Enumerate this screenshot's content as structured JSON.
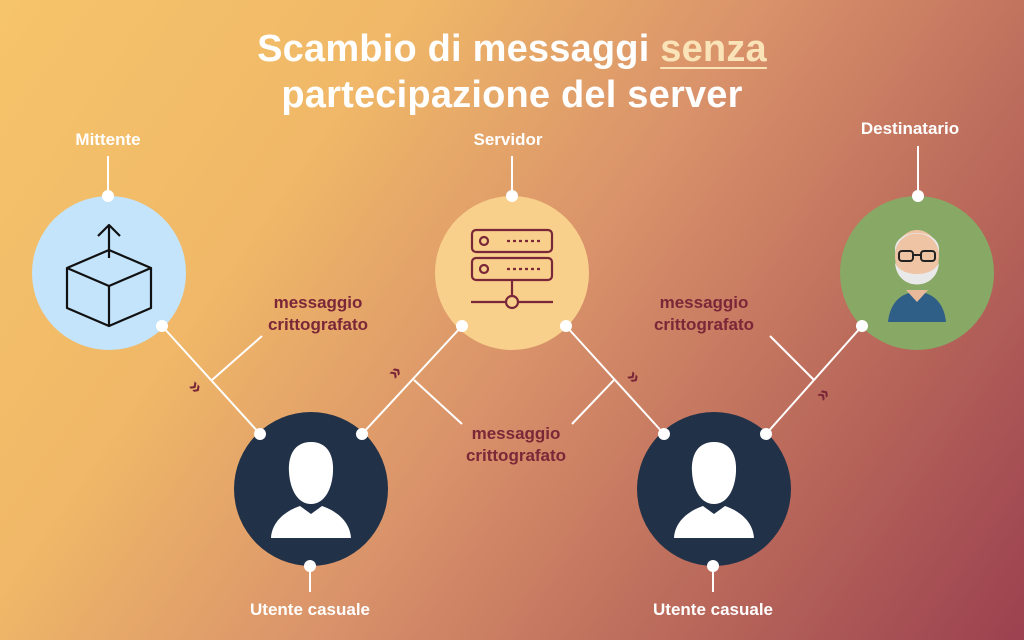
{
  "title": {
    "line1_prefix": "Scambio di messaggi",
    "line1_highlight": "senza",
    "line2": "partecipazione del server"
  },
  "nodes": {
    "sender": {
      "label": "Mittente"
    },
    "server": {
      "label": "Servidor"
    },
    "recipient": {
      "label": "Destinatario"
    },
    "relay_left": {
      "label": "Utente casuale"
    },
    "relay_right": {
      "label": "Utente casuale"
    }
  },
  "messages": [
    {
      "line1": "messaggio",
      "line2": "crittografato"
    },
    {
      "line1": "messaggio",
      "line2": "crittografato"
    },
    {
      "line1": "messaggio",
      "line2": "crittografato"
    }
  ],
  "arrow_glyph": "»",
  "colors": {
    "sender_circle": "#c3e4fb",
    "server_circle": "#f8d08c",
    "recipient_circle": "#88a865",
    "user_circle": "#213148",
    "accent": "#7a2738",
    "line": "#ffffff"
  }
}
